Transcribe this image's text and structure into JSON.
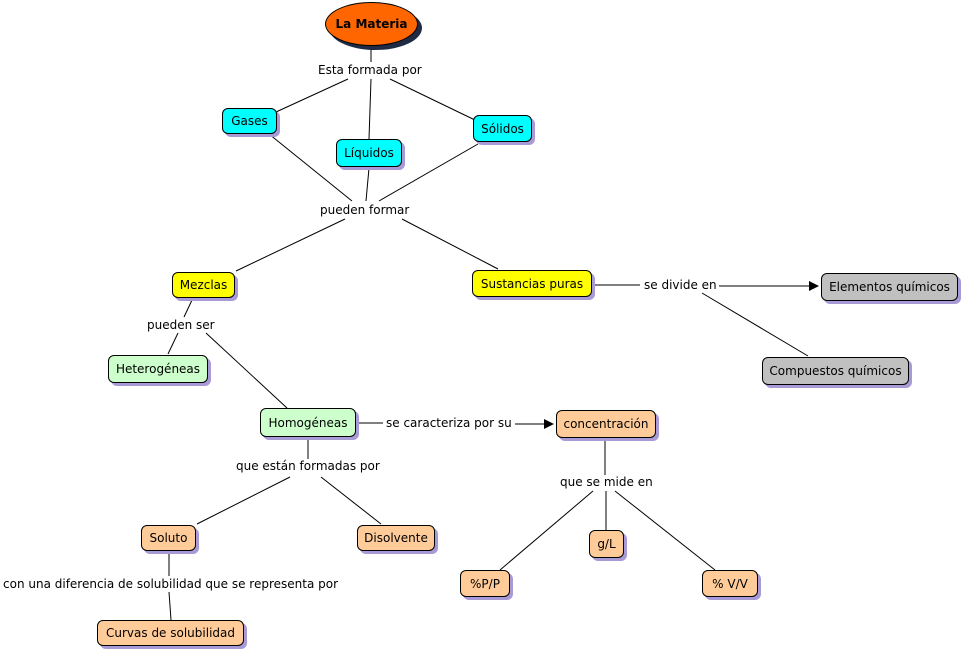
{
  "colors": {
    "root": "#ff6600",
    "cyan": "#00ffff",
    "yellow": "#ffff00",
    "green": "#ccffcc",
    "gray": "#c0c0c0",
    "peach": "#ffcc99"
  },
  "nodes": {
    "la_materia": "La Materia",
    "gases": "Gases",
    "liquidos": "Líquidos",
    "solidos": "Sólidos",
    "mezclas": "Mezclas",
    "sustancias_puras": "Sustancias puras",
    "elementos_quimicos": "Elementos químicos",
    "compuestos_quimicos": "Compuestos químicos",
    "heterogeneas": "Heterogéneas",
    "homogeneas": "Homogéneas",
    "concentracion": "concentración",
    "soluto": "Soluto",
    "disolvente": "Disolvente",
    "curvas_solubilidad": "Curvas de solubilidad",
    "pp": "%P/P",
    "gl": "g/L",
    "vv": "% V/V"
  },
  "links": {
    "esta_formada_por": "Esta formada por",
    "pueden_formar": "pueden formar",
    "se_divide_en": "se divide en",
    "pueden_ser": "pueden ser",
    "se_caracteriza_por_su": "se caracteriza por su",
    "que_estan_formadas_por": "que están formadas por",
    "que_se_mide_en": "que se mide en",
    "con_una_diferencia": "con una diferencia de solubilidad que se representa por"
  }
}
